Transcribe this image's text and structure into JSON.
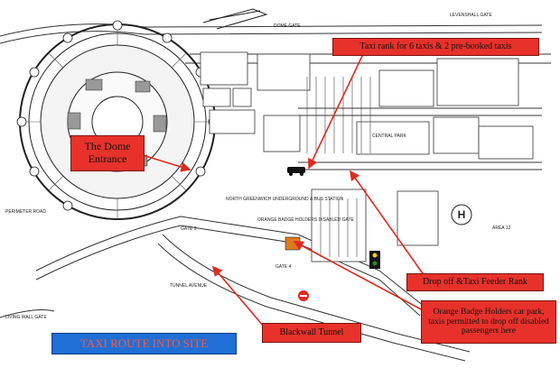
{
  "callouts": {
    "taxi_rank": "Taxi rank for 6  taxis & 2 pre-booked taxis",
    "dome_entrance": "The Dome Entrance",
    "drop_off": "Drop off &Taxi  Feeder Rank",
    "orange_badge": "Orange Badge Holders car park, taxis permitted to drop off disabled passengers here",
    "blackwall_tunnel": "Blackwall Tunnel"
  },
  "banner": "TAXI ROUTE INTO SITE",
  "map_labels": {
    "dome_gate": "DOME GATE",
    "levenshall_gate": "LEVENSHALL GATE",
    "perimeter_road": "PERIMETER ROAD",
    "n_greenwich_station": "NORTH GREENWICH UNDERGROUND & BUS STATION",
    "orange_badge_gate": "ORANGE BADGE HOLDERS DISABLED GATE",
    "tunnel_avenue": "TUNNEL AVENUE",
    "area_12": "AREA 12",
    "living_wall_gate": "LIVING WALL GATE",
    "central_park": "CENTRAL PARK",
    "gate_4": "GATE 4",
    "gate_3": "GATE 3"
  },
  "colors": {
    "callout_red": "#e8312b",
    "banner_blue": "#1f6fd6",
    "banner_text": "#ff5a3c",
    "arrow_red": "#e02a20"
  }
}
